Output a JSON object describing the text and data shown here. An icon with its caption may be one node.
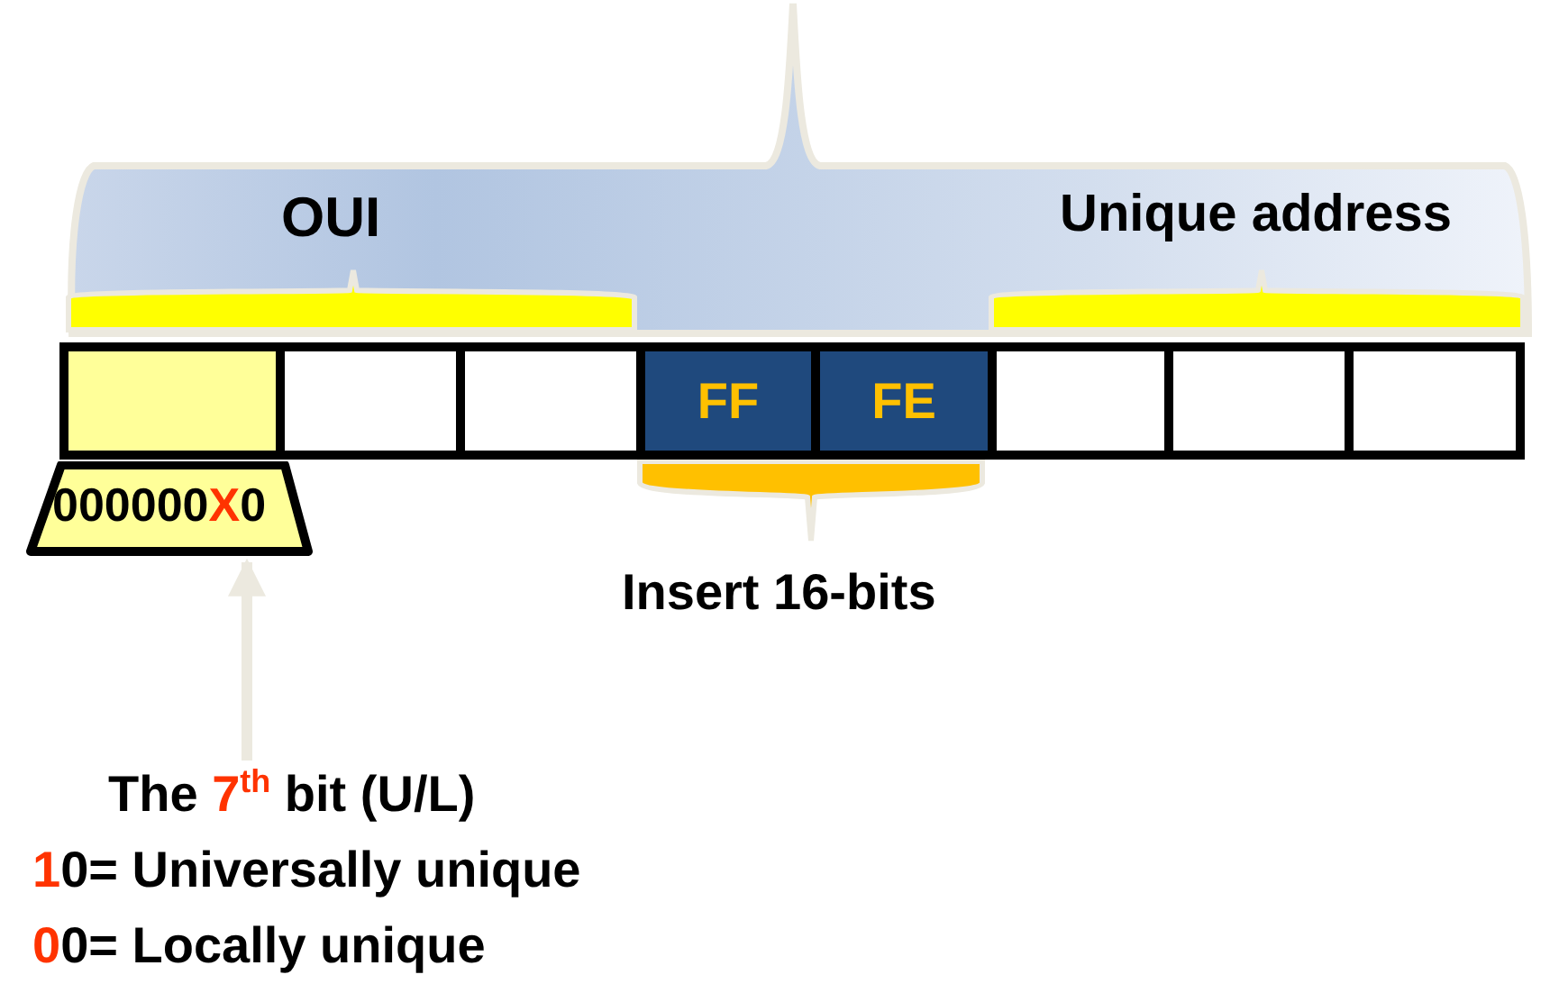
{
  "diagram": {
    "nodes": [
      {
        "text": [],
        "shape": "box"
      },
      {
        "text": [],
        "shape": "box"
      },
      {
        "text": [],
        "shape": "box"
      },
      {
        "text": [
          "FF"
        ]
      },
      {
        "text": [
          "FE"
        ]
      },
      {
        "text": [],
        "shape": "box"
      },
      {
        "text": [],
        "shape": "box"
      },
      {
        "text": [],
        "shape": "box"
      },
      {
        "text": [
          "000000X0"
        ]
      },
      {
        "text": [
          "The 7$^{th}$ bit (U/L)",
          "10= Universally unique",
          "00= Locally unique"
        ]
      }
    ],
    "edges": [
      {
        "from": 9,
        "to": 8,
        "arrow": "to"
      }
    ],
    "labels": [
      "OUI",
      "Unique address",
      "Insert 16-bits"
    ]
  }
}
